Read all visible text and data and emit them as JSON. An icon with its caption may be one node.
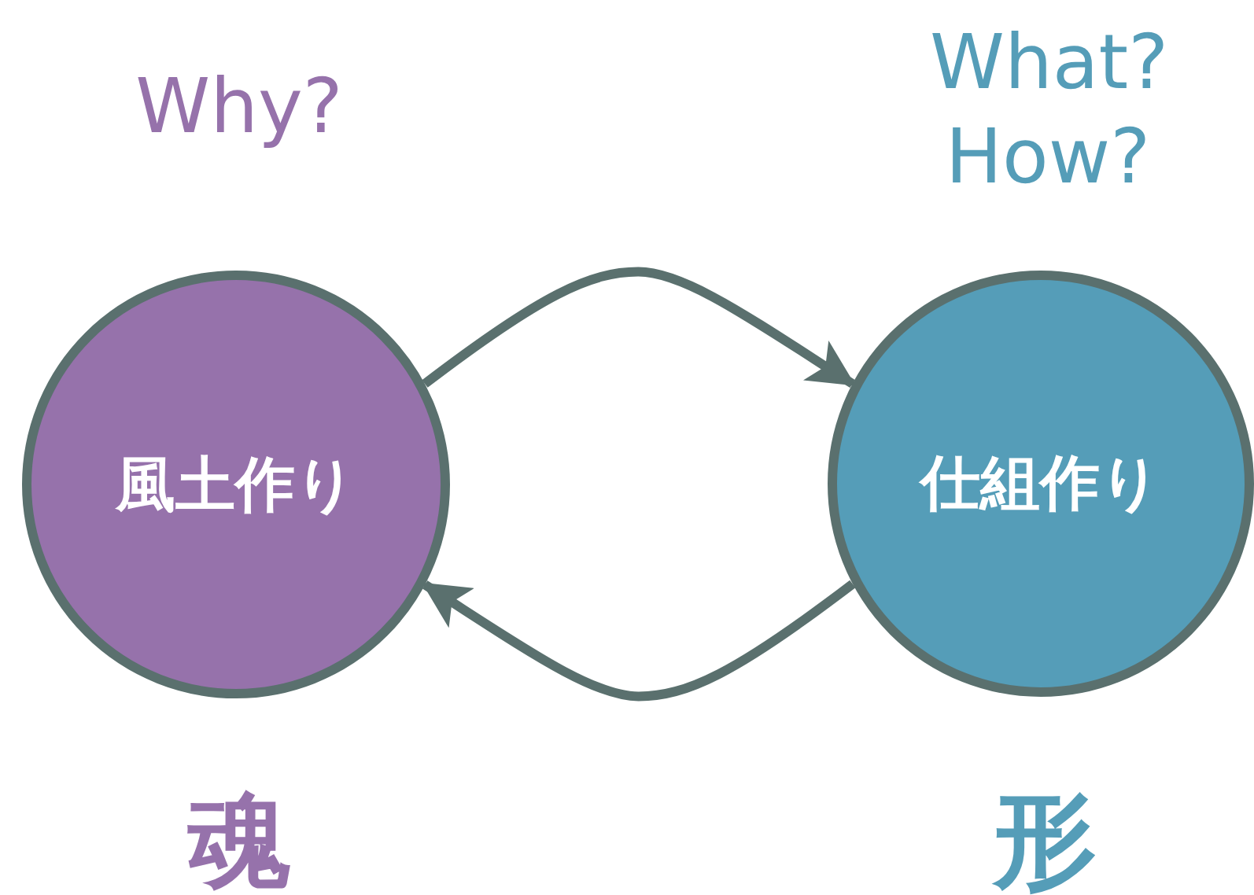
{
  "diagram": {
    "nodes": [
      {
        "text": [
          "風土作り"
        ],
        "beside": [
          "Why?",
          "魂"
        ]
      },
      {
        "text": [
          "仕組作り"
        ],
        "beside": [
          "What? How?",
          "形"
        ]
      }
    ],
    "edges": [
      {
        "from": 0,
        "to": 1,
        "arrow": "to"
      },
      {
        "from": 1,
        "to": 0,
        "arrow": "to"
      }
    ]
  }
}
